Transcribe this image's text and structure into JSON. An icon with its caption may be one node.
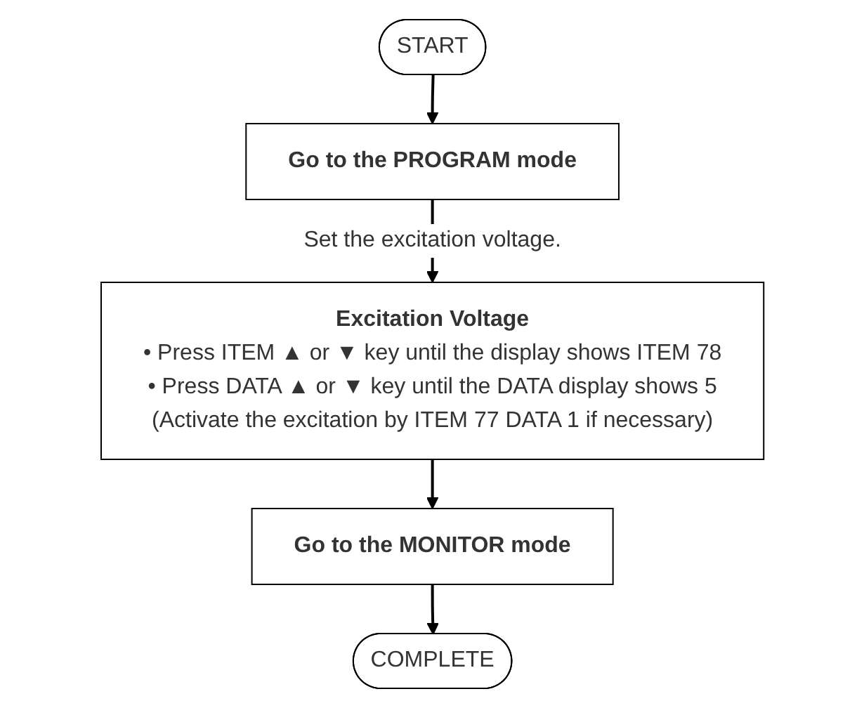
{
  "diagram": {
    "nodes": [
      {
        "text": [
          "START"
        ]
      },
      {
        "text": [
          "Go to the PROGRAM mode"
        ]
      },
      {
        "text": [
          "Excitation Voltage",
          "• Press ITEM ▲ or ▼ key until the display shows ITEM 78",
          "• Press DATA ▲ or ▼ key until the DATA display shows 5",
          "(Activate the excitation by ITEM 77 DATA 1 if necessary)"
        ]
      },
      {
        "text": [
          "Go to the MONITOR mode"
        ]
      },
      {
        "text": [
          "COMPLETE"
        ]
      }
    ],
    "edges": [
      {
        "from": 0,
        "to": 1,
        "arrow": "to"
      },
      {
        "from": 1,
        "to": 2,
        "arrow": "to",
        "label": "Set the excitation voltage."
      },
      {
        "from": 2,
        "to": 3,
        "arrow": "to"
      },
      {
        "from": 3,
        "to": 4,
        "arrow": "to"
      }
    ]
  }
}
